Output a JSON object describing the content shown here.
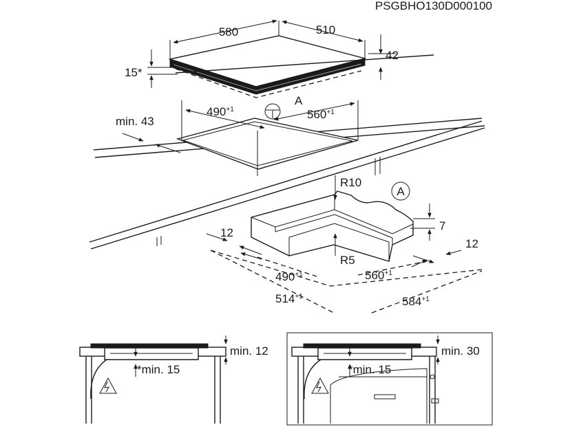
{
  "document_code": "PSGBHO130D000100",
  "top_view": {
    "hob_width": "580",
    "hob_depth": "510",
    "hob_height": "42",
    "hob_offset": "15*",
    "cutout_width": "490",
    "cutout_depth": "560",
    "cutout_tolerance": "+1",
    "min_front_edge": "min. 43",
    "detail_marker": "A"
  },
  "detail_view": {
    "marker": "A",
    "outer_radius": "R10",
    "inner_radius": "R5",
    "step_depth": "7",
    "left_margin": "12",
    "right_margin": "12",
    "cutout_width": "490",
    "cutout_depth": "560",
    "overall_width": "514",
    "overall_depth": "584",
    "tolerance": "+1"
  },
  "side_view_left": {
    "top_clearance": "min. 12",
    "bottom_clearance": "*min. 15"
  },
  "side_view_right": {
    "top_clearance": "min. 30",
    "bottom_clearance": "*min. 15"
  }
}
